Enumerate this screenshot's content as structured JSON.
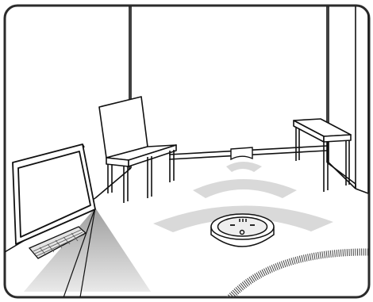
{
  "illustration": {
    "description": "",
    "colors": {
      "ink": "#111111",
      "paper": "#ffffff",
      "signal": "#d9d9d9",
      "cone_light": "#c8c8c8",
      "cone_dark": "#9a9a9a",
      "frame": "#2b2b2b"
    },
    "elements": {
      "room": "room-corner",
      "chair": "chair",
      "side_table": "side-table",
      "tv": "television",
      "keyboard": "keyboard",
      "device": "robot-vacuum",
      "emitter": "wall-emitter",
      "arc_waves": "signal-arcs",
      "cone": "light-cone",
      "hatched_path": "floor-path"
    }
  }
}
